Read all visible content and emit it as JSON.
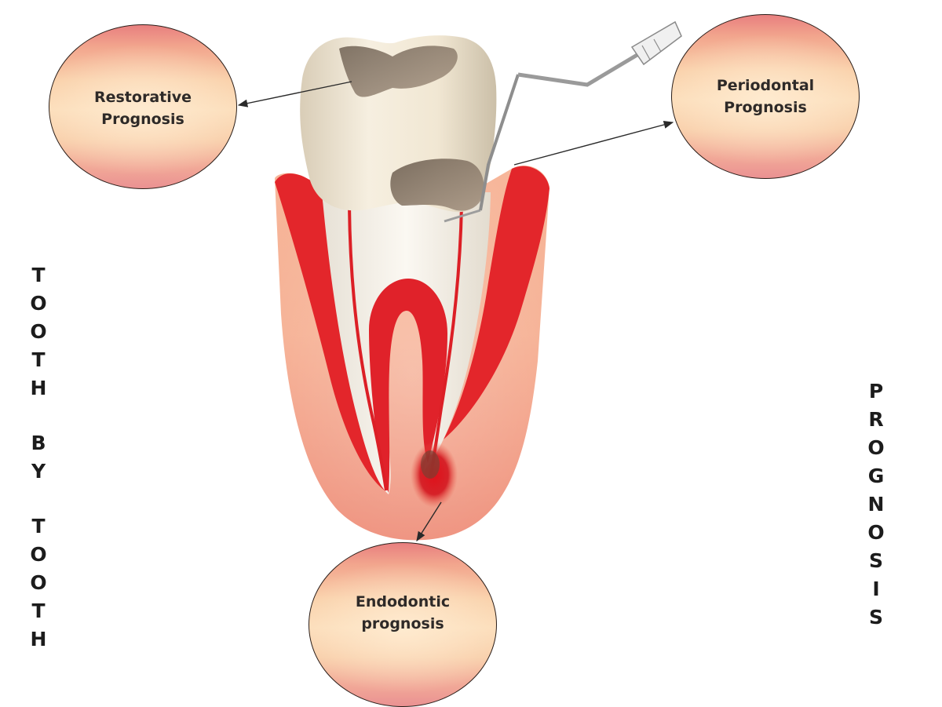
{
  "labels": {
    "restorative": "Restorative\nPrognosis",
    "periodontal": "Periodontal\nPrognosis",
    "endodontic": "Endodontic\nprognosis"
  },
  "side_titles": {
    "left": "TOOTH BY TOOTH",
    "right": "PROGNOSIS"
  },
  "colors": {
    "gum_red": "#e3262b",
    "gum_pink": "#f3a38d",
    "enamel": "#f2e9d8",
    "caries": "#8c7a66",
    "pulp_red": "#dc1f26",
    "lesion": "#d1101a",
    "bubble_top": "#e87f7f",
    "bubble_center": "#fbdcb8",
    "arrow": "#2a2a2a"
  },
  "icons": {
    "probe": "periodontal-probe-icon",
    "tooth": "molar-tooth-icon"
  }
}
